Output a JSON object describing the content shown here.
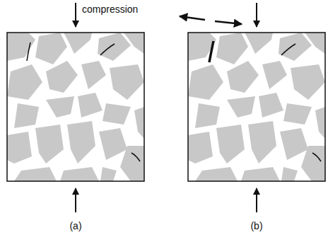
{
  "diagram": {
    "labels": [
      "compression",
      "(a)",
      "(b)"
    ]
  }
}
